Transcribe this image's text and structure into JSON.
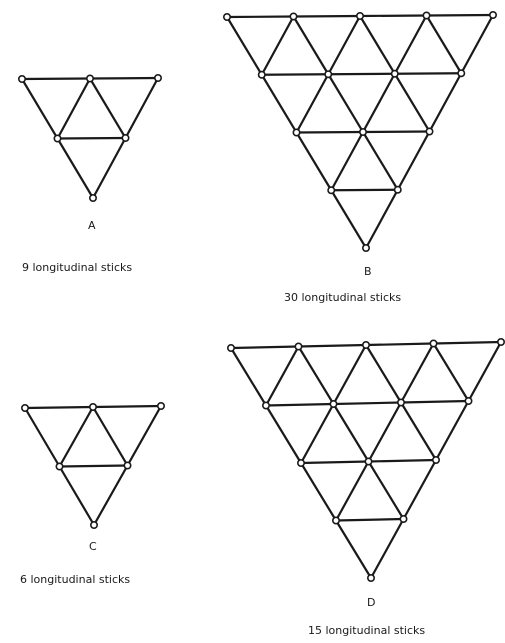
{
  "figures": [
    {
      "id": "A",
      "letter": "A",
      "caption": "9 longitudinal sticks"
    },
    {
      "id": "B",
      "letter": "B",
      "caption": "30 longitudinal sticks"
    },
    {
      "id": "C",
      "letter": "C",
      "caption": "6 longitudinal sticks"
    },
    {
      "id": "D",
      "letter": "D",
      "caption": "15 longitudinal sticks"
    }
  ]
}
